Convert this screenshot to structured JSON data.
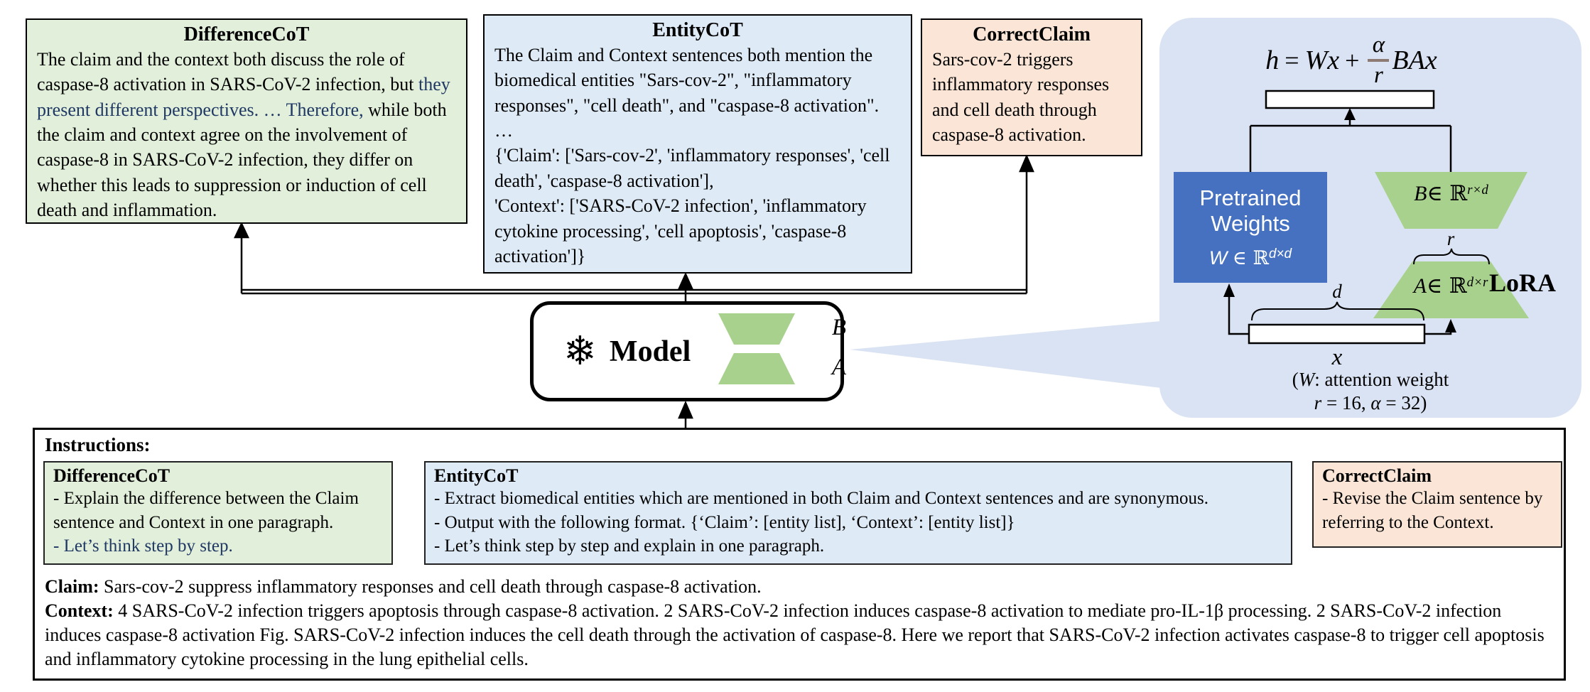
{
  "colors": {
    "green_bg": "#e2efda",
    "blue_bg": "#deebf7",
    "orange_bg": "#fbe5d6",
    "panel_bg": "#dae3f3",
    "pretrained_blue": "#4671c1",
    "trapezoid_green": "#a9d18e",
    "highlight_navy": "#1f3864",
    "fraction_bar": "#8d7b73"
  },
  "difference_cot": {
    "title": "DifferenceCoT",
    "text_before": "The claim and the context both discuss the role of caspase-8 activation in SARS-CoV-2 infection, but ",
    "text_highlighted": "they present different perspectives. … Therefore, ",
    "text_after": "while both the claim and context agree on the involvement of caspase-8 in SARS-CoV-2 infection, they differ on whether this leads to suppression or induction of cell death and inflammation."
  },
  "entity_cot": {
    "title": "EntityCoT",
    "line1": "The Claim and Context sentences both mention the biomedical entities \"Sars-cov-2\", \"inflammatory responses\", \"cell death\", and \"caspase-8 activation\".",
    "ellipsis": "…",
    "line2": "{'Claim': ['Sars-cov-2', 'inflammatory responses', 'cell death', 'caspase-8 activation'],",
    "line3": "'Context': ['SARS-CoV-2 infection', 'inflammatory cytokine processing', 'cell apoptosis', 'caspase-8 activation']}"
  },
  "correct_claim": {
    "title": "CorrectClaim",
    "text": "Sars-cov-2 triggers inflammatory responses and cell death through caspase-8 activation."
  },
  "model": {
    "snowflake_icon": "❄",
    "label": "Model",
    "b": "B",
    "a": "A"
  },
  "lora": {
    "eq_h": "h",
    "eq_equals": "=",
    "eq_wx": "Wx",
    "eq_plus": "+",
    "eq_num": "α",
    "eq_den": "r",
    "eq_rhs": "BAx",
    "pretrained_line1": "Pretrained",
    "pretrained_line2": "Weights",
    "w_var": "W",
    "w_member": "∈ ℝ",
    "w_sup": "d×d",
    "b_var": "B",
    "b_member": "∈ ℝ",
    "b_sup": "r×d",
    "a_var": "A",
    "a_member": "∈ ℝ",
    "a_sup": "d×r",
    "r_label": "r",
    "d_label": "d",
    "x_label": "x",
    "lora_label": "LoRA",
    "cap_open": "(",
    "cap_w": "W",
    "cap_rest": ": attention weight",
    "cap_r": "r",
    "cap_r_eq": " = 16, ",
    "cap_alpha": "α",
    "cap_alpha_eq": " = 32)"
  },
  "instructions": {
    "label": "Instructions:",
    "difference": {
      "title": "DifferenceCoT",
      "line1": "- Explain the difference between the Claim sentence and Context in one paragraph.",
      "line2": "- Let’s think step by step."
    },
    "entity": {
      "title": "EntityCoT",
      "line1": "- Extract biomedical entities which are mentioned in both Claim and Context sentences and are synonymous.",
      "line2": "- Output with the following format. {‘Claim’: [entity list], ‘Context’: [entity list]}",
      "line3": "- Let’s think step by step and explain in one paragraph."
    },
    "correct": {
      "title": "CorrectClaim",
      "text": "- Revise the Claim sentence by referring to the Context."
    },
    "claim_label": "Claim:",
    "claim_text": "Sars-cov-2 suppress inflammatory responses and cell death through caspase-8 activation.",
    "context_label": "Context:",
    "context_text": "4 SARS-CoV-2 infection triggers apoptosis through caspase-8 activation. 2 SARS-CoV-2 infection induces caspase-8 activation to mediate pro-IL-1β processing. 2 SARS-CoV-2 infection induces caspase-8 activation Fig. SARS-CoV-2 infection induces the cell death through the activation of caspase-8. Here we report that SARS-CoV-2 infection activates caspase-8 to trigger cell apoptosis and inflammatory cytokine processing in the lung epithelial cells."
  }
}
